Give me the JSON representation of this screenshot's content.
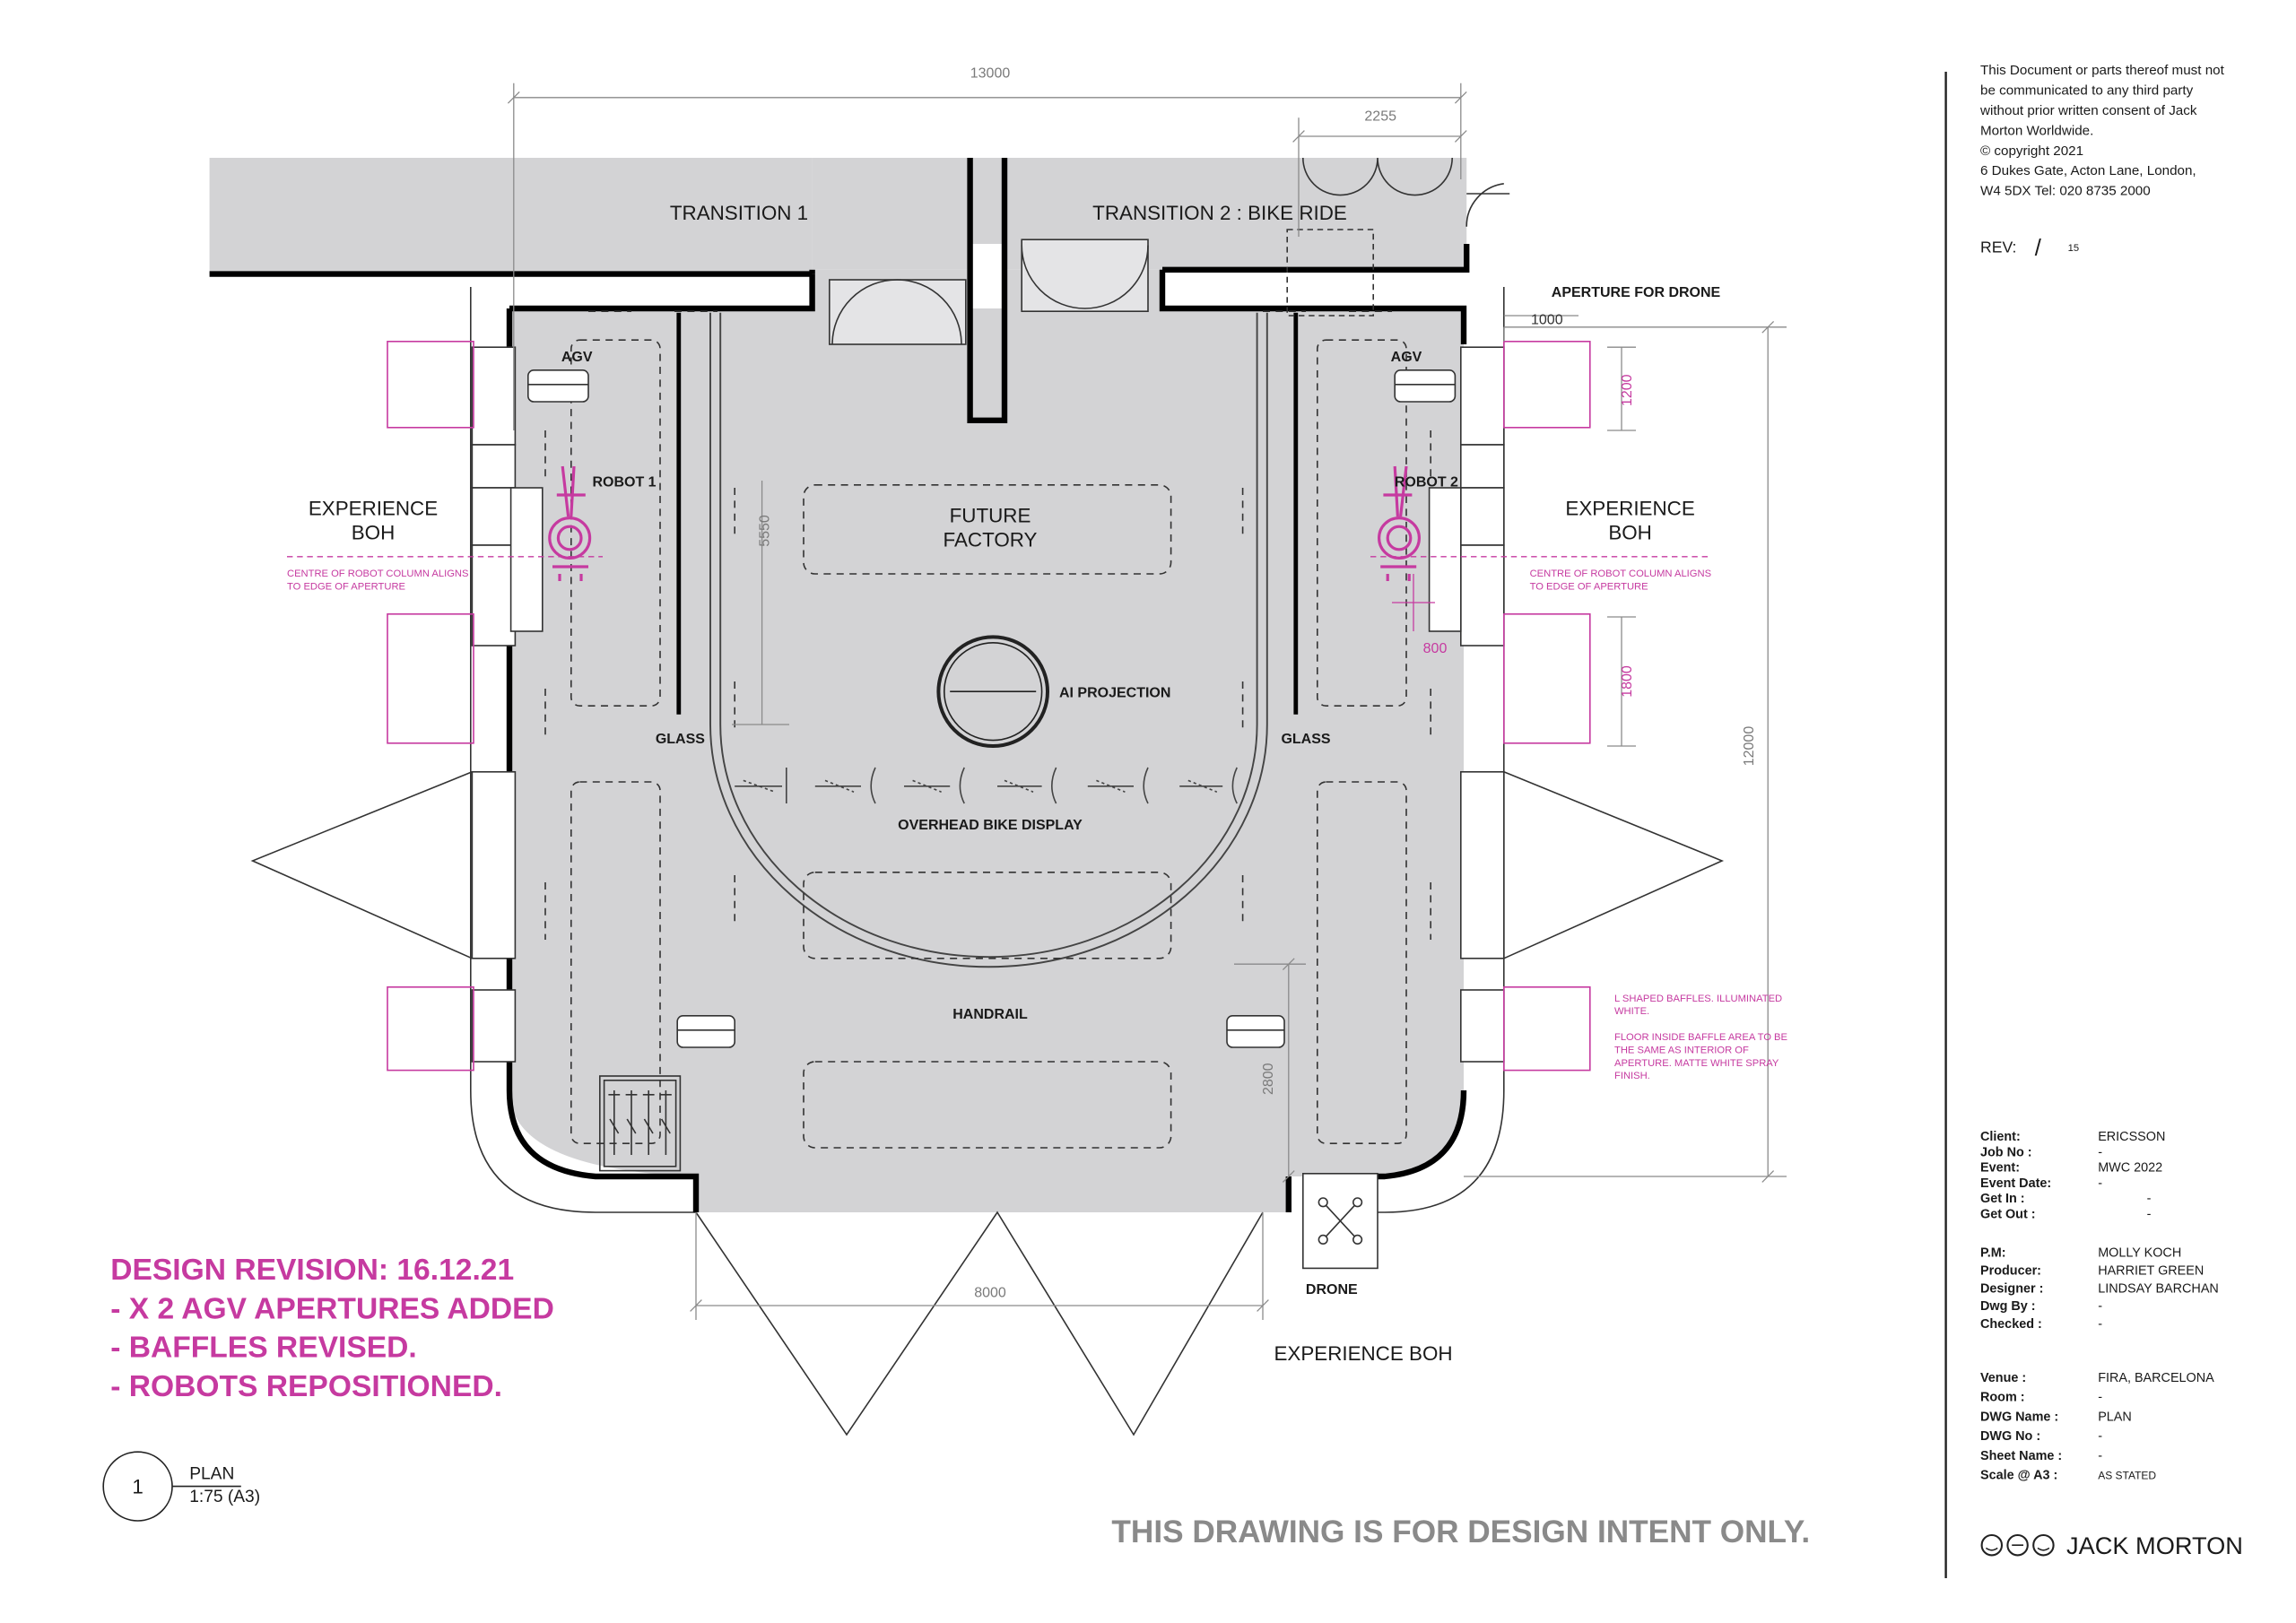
{
  "rooms": {
    "transition_1": "TRANSITION 1",
    "transition_2": "TRANSITION 2 : BIKE RIDE",
    "future_factory": [
      "FUTURE",
      "FACTORY"
    ],
    "experience_boh_left": [
      "EXPERIENCE",
      "BOH"
    ],
    "experience_boh_right": [
      "EXPERIENCE",
      "BOH"
    ],
    "experience_boh_bottom": "EXPERIENCE BOH"
  },
  "labels": {
    "agv_left": "AGV",
    "agv_right": "AGV",
    "robot_1": "ROBOT 1",
    "robot_2": "ROBOT 2",
    "ai_projection": "AI PROJECTION",
    "glass_left": "GLASS",
    "glass_right": "GLASS",
    "overhead_bike_display": "OVERHEAD BIKE DISPLAY",
    "handrail": "HANDRAIL",
    "drone": "DRONE",
    "aperture_for_drone": "APERTURE FOR DRONE"
  },
  "notes": {
    "robot_align_left": [
      "CENTRE OF ROBOT COLUMN ALIGNS",
      "TO EDGE OF APERTURE"
    ],
    "robot_align_right": [
      "CENTRE OF ROBOT COLUMN ALIGNS",
      "TO EDGE OF APERTURE"
    ],
    "baffles": [
      "L SHAPED BAFFLES. ILLUMINATED",
      "WHITE.",
      "",
      "FLOOR INSIDE BAFFLE AREA TO BE",
      "THE SAME AS INTERIOR OF",
      "APERTURE. MATTE WHITE SPRAY",
      "FINISH."
    ]
  },
  "dimensions": {
    "overall_width": "13000",
    "transition_2_width": "2255",
    "drone_aperture": "1000",
    "aperture_1200": "1200",
    "aperture_1800": "1800",
    "overall_depth": "12000",
    "inner_5550": "5550",
    "robot_800": "800",
    "handrail_2800": "2800",
    "bottom_8000": "8000"
  },
  "revision": {
    "lines": [
      "DESIGN REVISION:  16.12.21",
      "- X 2 AGV APERTURES ADDED",
      "- BAFFLES REVISED.",
      "- ROBOTS REPOSITIONED."
    ]
  },
  "drawing_title": {
    "number": "1",
    "name": "PLAN",
    "scale": "1:75 (A3)"
  },
  "disclaimer": "THIS DRAWING IS FOR DESIGN INTENT ONLY.",
  "title_block": {
    "copyright": [
      "This Document or parts thereof must not",
      "be communicated to any third party",
      "without prior written consent of Jack",
      "Morton Worldwide.",
      "© copyright 2021",
      "6 Dukes Gate, Acton Lane, London,",
      "W4 5DX   Tel: 020 8735 2000"
    ],
    "rev_label": "REV:",
    "rev_slash": "/",
    "rev_value": "15",
    "fields_1": [
      {
        "label": "Client:",
        "value": "ERICSSON"
      },
      {
        "label": "Job No :",
        "value": "-"
      },
      {
        "label": "Event:",
        "value": "MWC 2022"
      },
      {
        "label": "Event Date:",
        "value": "-"
      },
      {
        "label": "Get In :",
        "value": "-"
      },
      {
        "label": "Get Out :",
        "value": "-"
      }
    ],
    "fields_2": [
      {
        "label": "P.M:",
        "value": "MOLLY KOCH"
      },
      {
        "label": "Producer:",
        "value": "HARRIET GREEN"
      },
      {
        "label": "Designer :",
        "value": "LINDSAY BARCHAN"
      },
      {
        "label": "Dwg By :",
        "value": "-"
      },
      {
        "label": "Checked :",
        "value": "-"
      }
    ],
    "fields_3": [
      {
        "label": "Venue :",
        "value": "FIRA, BARCELONA"
      },
      {
        "label": "Room :",
        "value": "-"
      },
      {
        "label": "DWG Name :",
        "value": "PLAN"
      },
      {
        "label": "DWG No :",
        "value": "-"
      },
      {
        "label": "Sheet Name :",
        "value": "-"
      },
      {
        "label": "Scale @ A3 :",
        "value": "AS STATED"
      }
    ],
    "logo_text": "JACK MORTON"
  },
  "colors": {
    "floor": "#d3d3d5",
    "wall": "#000000",
    "accent": "#c63aa0",
    "dimension": "#7a7a7a"
  }
}
